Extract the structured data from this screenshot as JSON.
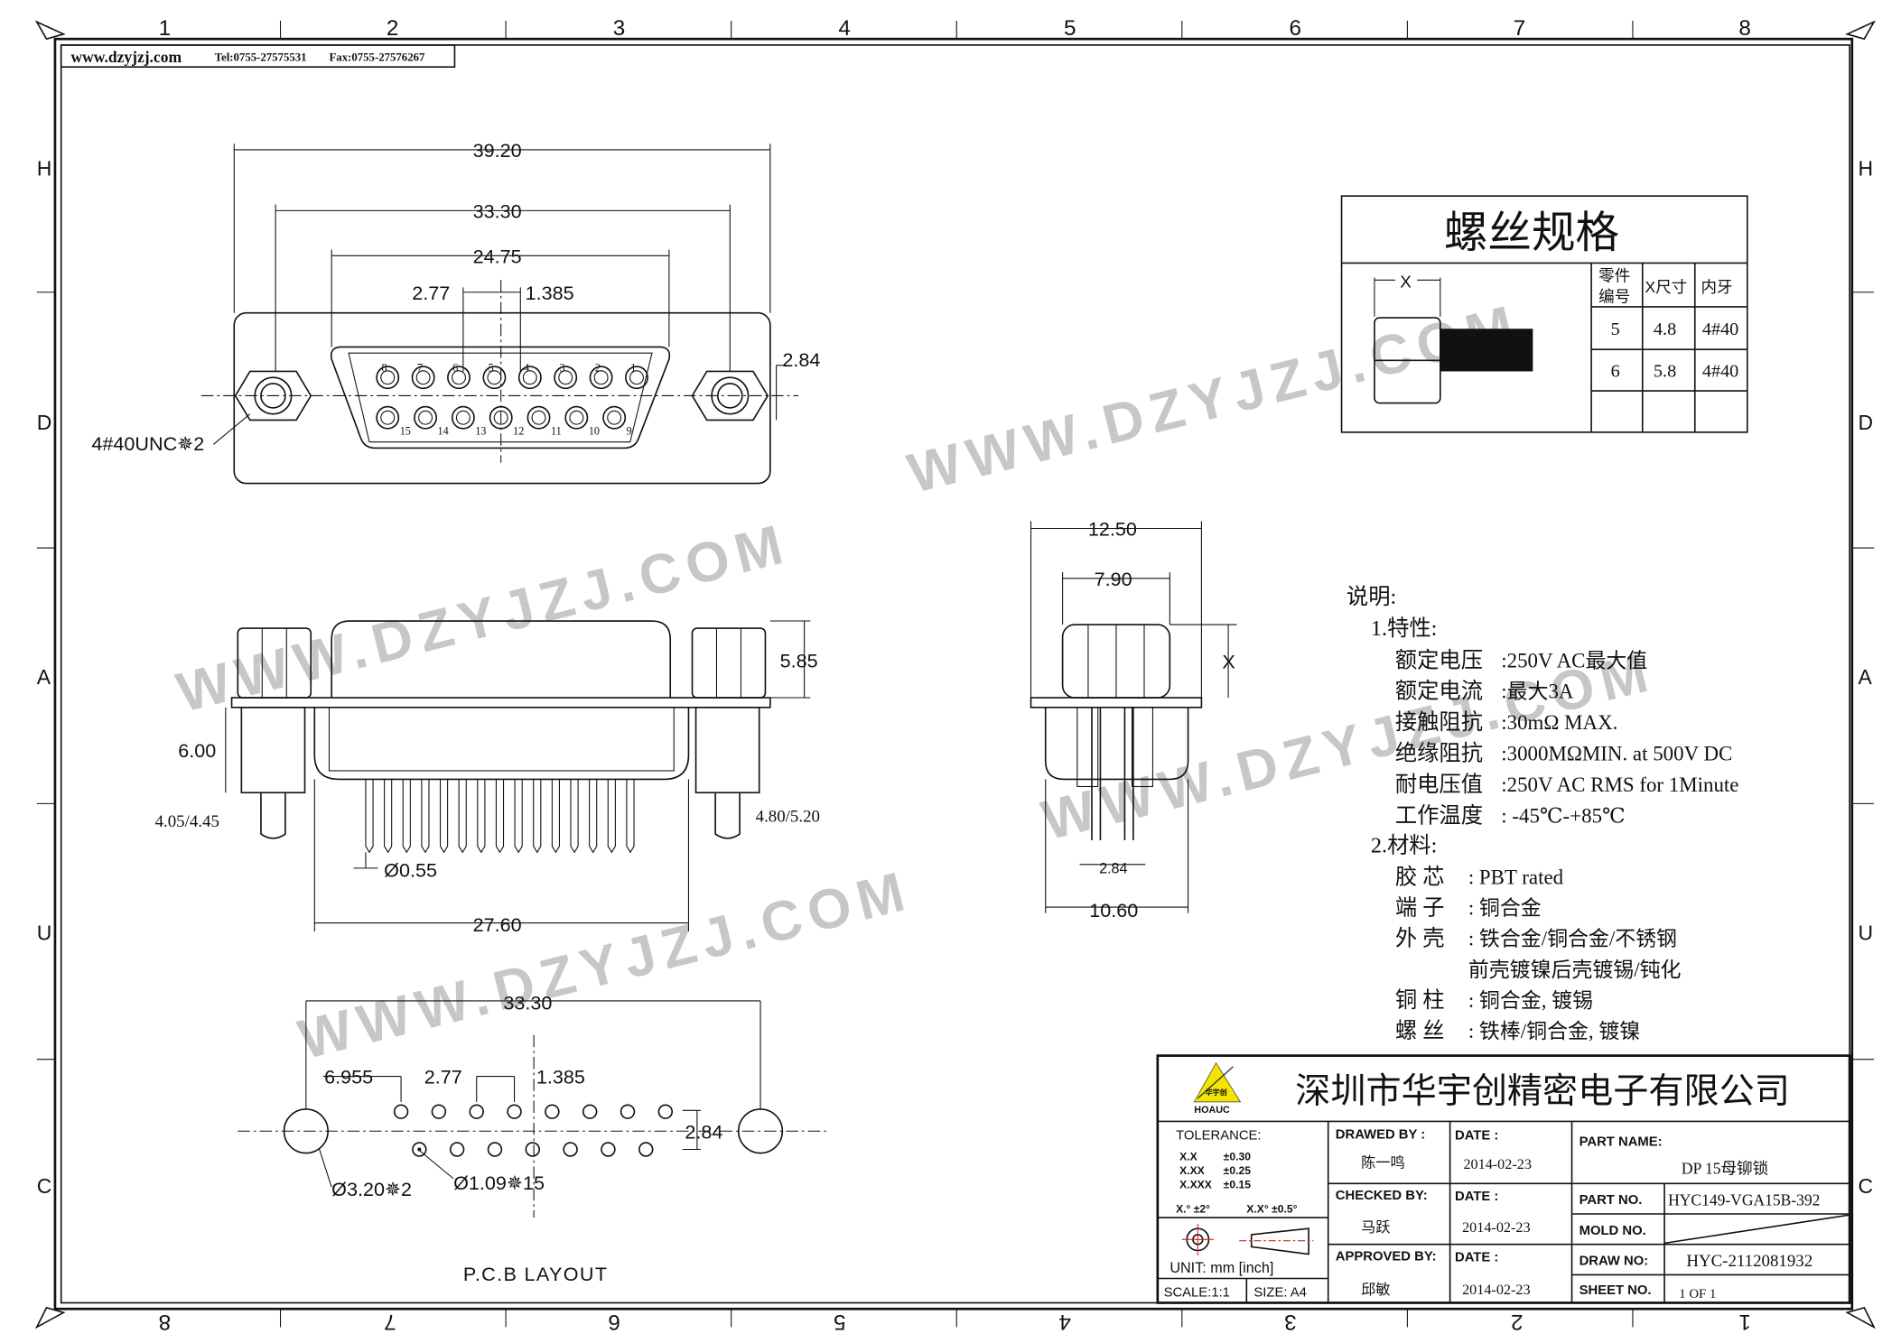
{
  "header": {
    "website": "www.dzyjzj.com",
    "tel": "Tel:0755-27575531",
    "fax": "Fax:0755-27576267"
  },
  "frame": {
    "columns": [
      "1",
      "2",
      "3",
      "4",
      "5",
      "6",
      "7",
      "8"
    ],
    "rows": [
      "H",
      "D",
      "A",
      "U",
      "C"
    ]
  },
  "watermark": "WWW.DZYJZJ.COM",
  "front_view": {
    "dims": {
      "overall": "39.20",
      "flange_pitch": "33.30",
      "shell": "24.75",
      "pin_pitch": "2.77",
      "half_pitch": "1.385",
      "row_spacing": "2.84",
      "thread": "4#40UNC✵2"
    },
    "top_pins": [
      "8",
      "7",
      "6",
      "5",
      "4",
      "3",
      "2",
      "1"
    ],
    "bottom_pins": [
      "15",
      "14",
      "13",
      "12",
      "11",
      "10",
      "9"
    ]
  },
  "side_view": {
    "dims": {
      "height": "5.85",
      "standoff": "6.00",
      "left_tail": "4.05/4.45",
      "right_tail": "4.80/5.20",
      "pin_dia": "Ø0.55",
      "tail_width": "27.60"
    }
  },
  "end_view": {
    "dims": {
      "flange": "12.50",
      "hex": "7.90",
      "x": "X",
      "pin_row": "2.84",
      "base": "10.60"
    }
  },
  "pcb_layout": {
    "title": "P.C.B LAYOUT",
    "dims": {
      "pitch": "33.30",
      "offset": "6.955",
      "pin_pitch": "2.77",
      "half_pitch": "1.385",
      "row_spacing": "2.84",
      "mount_hole": "Ø3.20✵2",
      "pin_hole": "Ø1.09✵15"
    }
  },
  "screw_spec": {
    "title": "螺丝规格",
    "x_label": "X",
    "header_lines": [
      [
        "零件",
        "编号"
      ],
      [
        "X尺寸"
      ],
      [
        "内牙"
      ]
    ],
    "rows": [
      [
        "5",
        "4.8",
        "4#40"
      ],
      [
        "6",
        "5.8",
        "4#40"
      ],
      [
        "",
        "",
        ""
      ]
    ]
  },
  "notes": {
    "title": "说明:",
    "section1": "1.特性:",
    "properties": [
      {
        "label": "额定电压",
        "value": ":250V AC最大值"
      },
      {
        "label": "额定电流",
        "value": ":最大3A"
      },
      {
        "label": "接触阻抗",
        "value": ":30mΩ MAX."
      },
      {
        "label": "绝缘阻抗",
        "value": ":3000MΩMIN. at 500V DC"
      },
      {
        "label": "耐电压值",
        "value": ":250V AC RMS for 1Minute"
      },
      {
        "label": "工作温度",
        "value": ": -45℃-+85℃"
      }
    ],
    "section2": "2.材料:",
    "materials": [
      {
        "label": "胶 芯",
        "value": ": PBT rated"
      },
      {
        "label": "端 子",
        "value": ": 铜合金"
      },
      {
        "label": "外 壳",
        "value": ": 铁合金/铜合金/不锈钢"
      },
      {
        "label": "",
        "value": "前壳镀镍后壳镀锡/钝化"
      },
      {
        "label": "铜 柱",
        "value": ": 铜合金, 镀锡"
      },
      {
        "label": "螺 丝",
        "value": ": 铁棒/铜合金, 镀镍"
      }
    ]
  },
  "title_block": {
    "logo_text": "HOAUC",
    "logo_cn": "华宇创",
    "company": "深圳市华宇创精密电子有限公司",
    "tolerance_label": "TOLERANCE:",
    "tolerances": [
      [
        "X.X",
        "±0.30"
      ],
      [
        "X.XX",
        "±0.25"
      ],
      [
        "X.XXX",
        "±0.15"
      ]
    ],
    "angle_tol": [
      "X.° ±2°",
      "X.X° ±0.5°"
    ],
    "unit": "UNIT:  mm  [inch]",
    "scale": "SCALE:1:1",
    "size": "SIZE:  A4",
    "drawed_by_label": "DRAWED BY :",
    "drawed_by": "陈一鸣",
    "checked_by_label": "CHECKED BY:",
    "checked_by": "马跃",
    "approved_by_label": "APPROVED BY:",
    "approved_by": "邱敏",
    "date_label": "DATE :",
    "dates": [
      "2014-02-23",
      "2014-02-23",
      "2014-02-23"
    ],
    "part_name_label": "PART NAME:",
    "part_name": "DP 15母铆锁",
    "part_no_label": "PART NO.",
    "part_no": "HYC149-VGA15B-392",
    "mold_no_label": "MOLD NO.",
    "mold_no": "",
    "draw_no_label": "DRAW NO:",
    "draw_no": "HYC-2112081932",
    "sheet_no_label": "SHEET NO.",
    "sheet_no": "1 OF 1"
  },
  "colors": {
    "line": "#111111",
    "logo_yellow": "#f2e600",
    "center_red": "#e02020",
    "watermark": "#9a9a9a"
  }
}
